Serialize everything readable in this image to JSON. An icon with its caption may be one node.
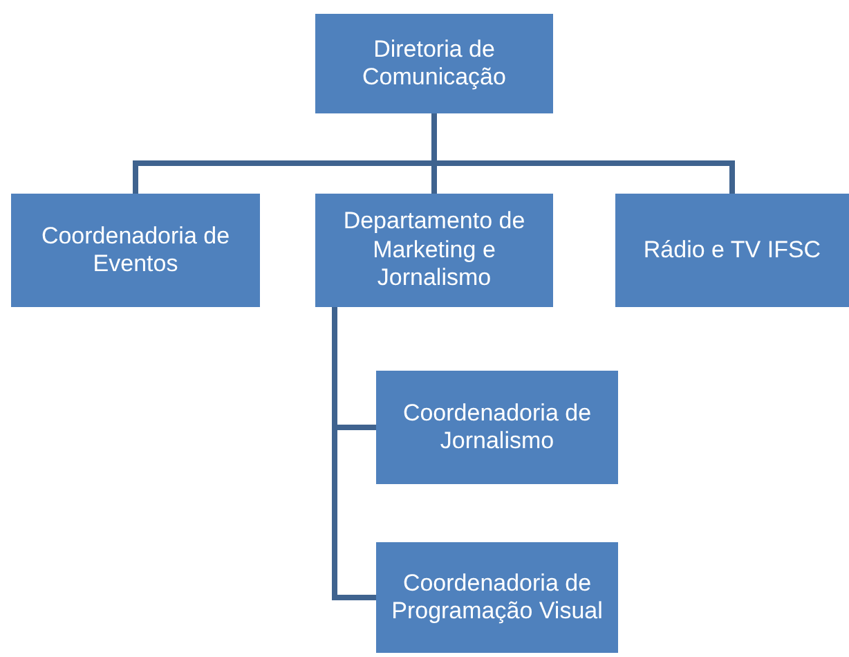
{
  "diagram": {
    "nodes": [
      {
        "text": [
          "Diretoria de Comunicação"
        ]
      },
      {
        "text": [
          "Coordenadoria de Eventos"
        ]
      },
      {
        "text": [
          "Departamento de Marketing e Jornalismo"
        ]
      },
      {
        "text": [
          "Rádio e TV IFSC"
        ]
      },
      {
        "text": [
          "Coordenadoria de Jornalismo"
        ]
      },
      {
        "text": [
          "Coordenadoria de Programação Visual"
        ]
      }
    ],
    "edges": [
      {
        "from": 0,
        "to": 1,
        "arrow": "none"
      },
      {
        "from": 0,
        "to": 2,
        "arrow": "none"
      },
      {
        "from": 0,
        "to": 3,
        "arrow": "none"
      },
      {
        "from": 2,
        "to": 4,
        "arrow": "none"
      },
      {
        "from": 2,
        "to": 5,
        "arrow": "none"
      }
    ]
  }
}
